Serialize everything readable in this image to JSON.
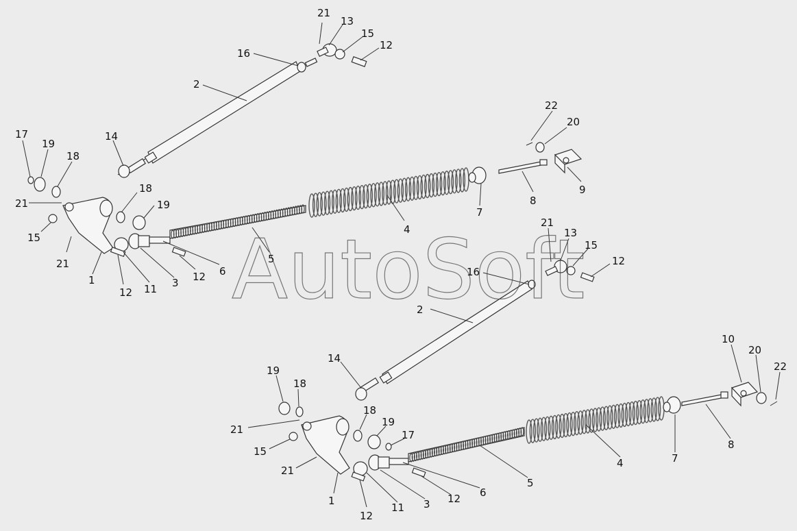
{
  "watermark": "AutoSoft",
  "callouts": {
    "u21a": "21",
    "u13": "13",
    "u15": "15",
    "u12a": "12",
    "u16": "16",
    "u2": "2",
    "a17": "17",
    "a19": "19",
    "a18": "18",
    "a14": "14",
    "a21": "21",
    "a18b": "18",
    "a19b": "19",
    "a15": "15",
    "a21b": "21",
    "a1": "1",
    "a12": "12",
    "a11": "11",
    "a3": "3",
    "a12b": "12",
    "a6": "6",
    "a5": "5",
    "a4": "4",
    "a7": "7",
    "a8": "8",
    "a9": "9",
    "a20": "20",
    "a22": "22",
    "b21": "21",
    "b13": "13",
    "b15": "15",
    "b12": "12",
    "b16": "16",
    "b2": "2",
    "b14": "14",
    "b19": "19",
    "b18": "18",
    "b21b": "21",
    "b15b": "15",
    "b21c": "21",
    "b18b": "18",
    "b19b": "19",
    "b17": "17",
    "b1": "1",
    "b12b": "12",
    "b11": "11",
    "b3": "3",
    "b12c": "12",
    "b6": "6",
    "b5": "5",
    "b4": "4",
    "b7": "7",
    "b8": "8",
    "b10": "10",
    "b20": "20",
    "b22": "22"
  }
}
